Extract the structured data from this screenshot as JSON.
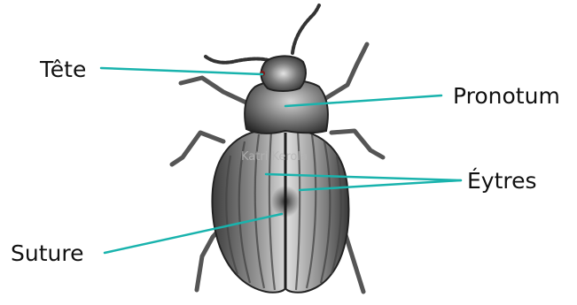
{
  "labels": {
    "head": "Tête",
    "pronotum": "Pronotum",
    "elytra": "Éytres",
    "suture": "Suture"
  },
  "watermark": "Katri Kerola",
  "colors": {
    "leader_line": "#19b3ad",
    "body_dark": "#2d2d2d",
    "body_mid": "#6a6a6a",
    "body_light": "#d8d8d8"
  }
}
